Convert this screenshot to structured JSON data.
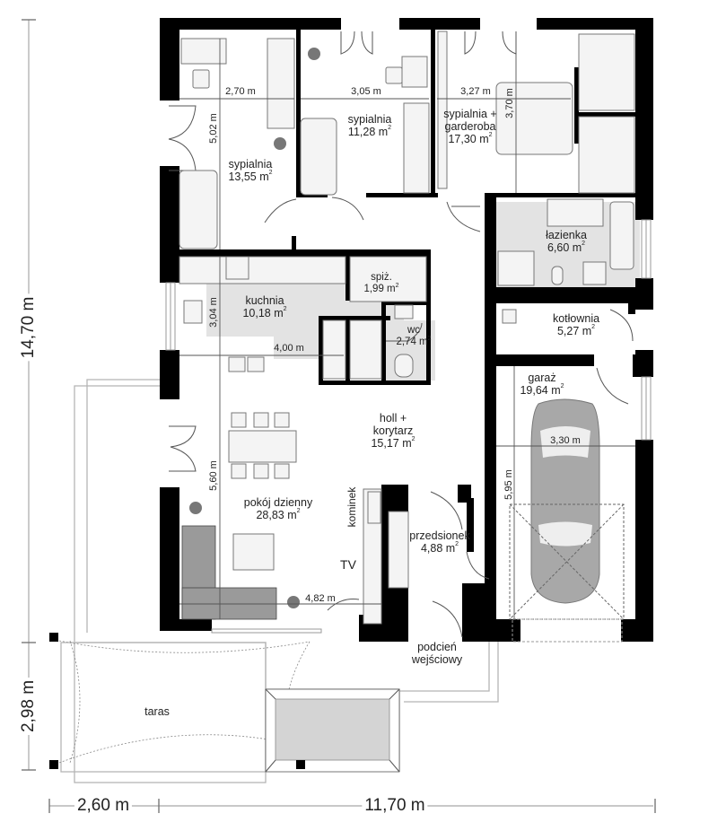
{
  "rooms": {
    "sypialnia_1": {
      "name": "sypialnia",
      "area": "13,55 m",
      "unit_sup": "2"
    },
    "sypialnia_2": {
      "name": "sypialnia",
      "area": "11,28 m",
      "unit_sup": "2"
    },
    "sypialnia_3": {
      "name_line1": "sypialnia +",
      "name_line2": "garderoba",
      "area": "17,30 m",
      "unit_sup": "2"
    },
    "lazienka": {
      "name": "łazienka",
      "area": "6,60 m",
      "unit_sup": "2"
    },
    "kuchnia": {
      "name": "kuchnia",
      "area": "10,18 m",
      "unit_sup": "2"
    },
    "spiz": {
      "name": "spiż.",
      "area": "1,99 m",
      "unit_sup": "2"
    },
    "wc": {
      "name": "wc",
      "area": "2,74 m",
      "unit_sup": "2"
    },
    "kotlownia": {
      "name": "kotłownia",
      "area": "5,27 m",
      "unit_sup": "2"
    },
    "garaz": {
      "name": "garaż",
      "area": "19,64 m",
      "unit_sup": "2"
    },
    "holl": {
      "name_line1": "holl +",
      "name_line2": "korytarz",
      "area": "15,17 m",
      "unit_sup": "2"
    },
    "pokoj_dzienny": {
      "name": "pokój dzienny",
      "area": "28,83 m",
      "unit_sup": "2"
    },
    "przedsionek": {
      "name": "przedsionek",
      "area": "4,88 m",
      "unit_sup": "2"
    },
    "podcien": {
      "name_line1": "podcień",
      "name_line2": "wejściowy"
    },
    "taras": {
      "name": "taras"
    }
  },
  "annotations": {
    "kominek": "kominek",
    "tv": "TV"
  },
  "dimensions": {
    "bedroom1_width": "2,70 m",
    "bedroom1_length": "5,02 m",
    "bedroom2_width": "3,05 m",
    "bedroom3_width": "3,27 m",
    "bedroom3_length": "3,70 m",
    "kitchen_length": "3,04 m",
    "kitchen_width": "4,00 m",
    "living_length": "5,60 m",
    "living_width": "4,82 m",
    "garage_width": "3,30 m",
    "garage_length": "5,95 m"
  },
  "overall_dimensions": {
    "house_depth": "14,70 m",
    "terrace_depth": "2,98 m",
    "terrace_width": "2,60 m",
    "house_width": "11,70 m"
  },
  "colors": {
    "wall": "#000000",
    "wet_room_fill": "#e3e3e3",
    "furniture_fill": "#f4f4f4",
    "sofa_fill": "#9a9a9a",
    "car_fill": "#a8a8a8",
    "dimension_line": "#555555",
    "overall_dim_line": "#b5b5b5"
  }
}
